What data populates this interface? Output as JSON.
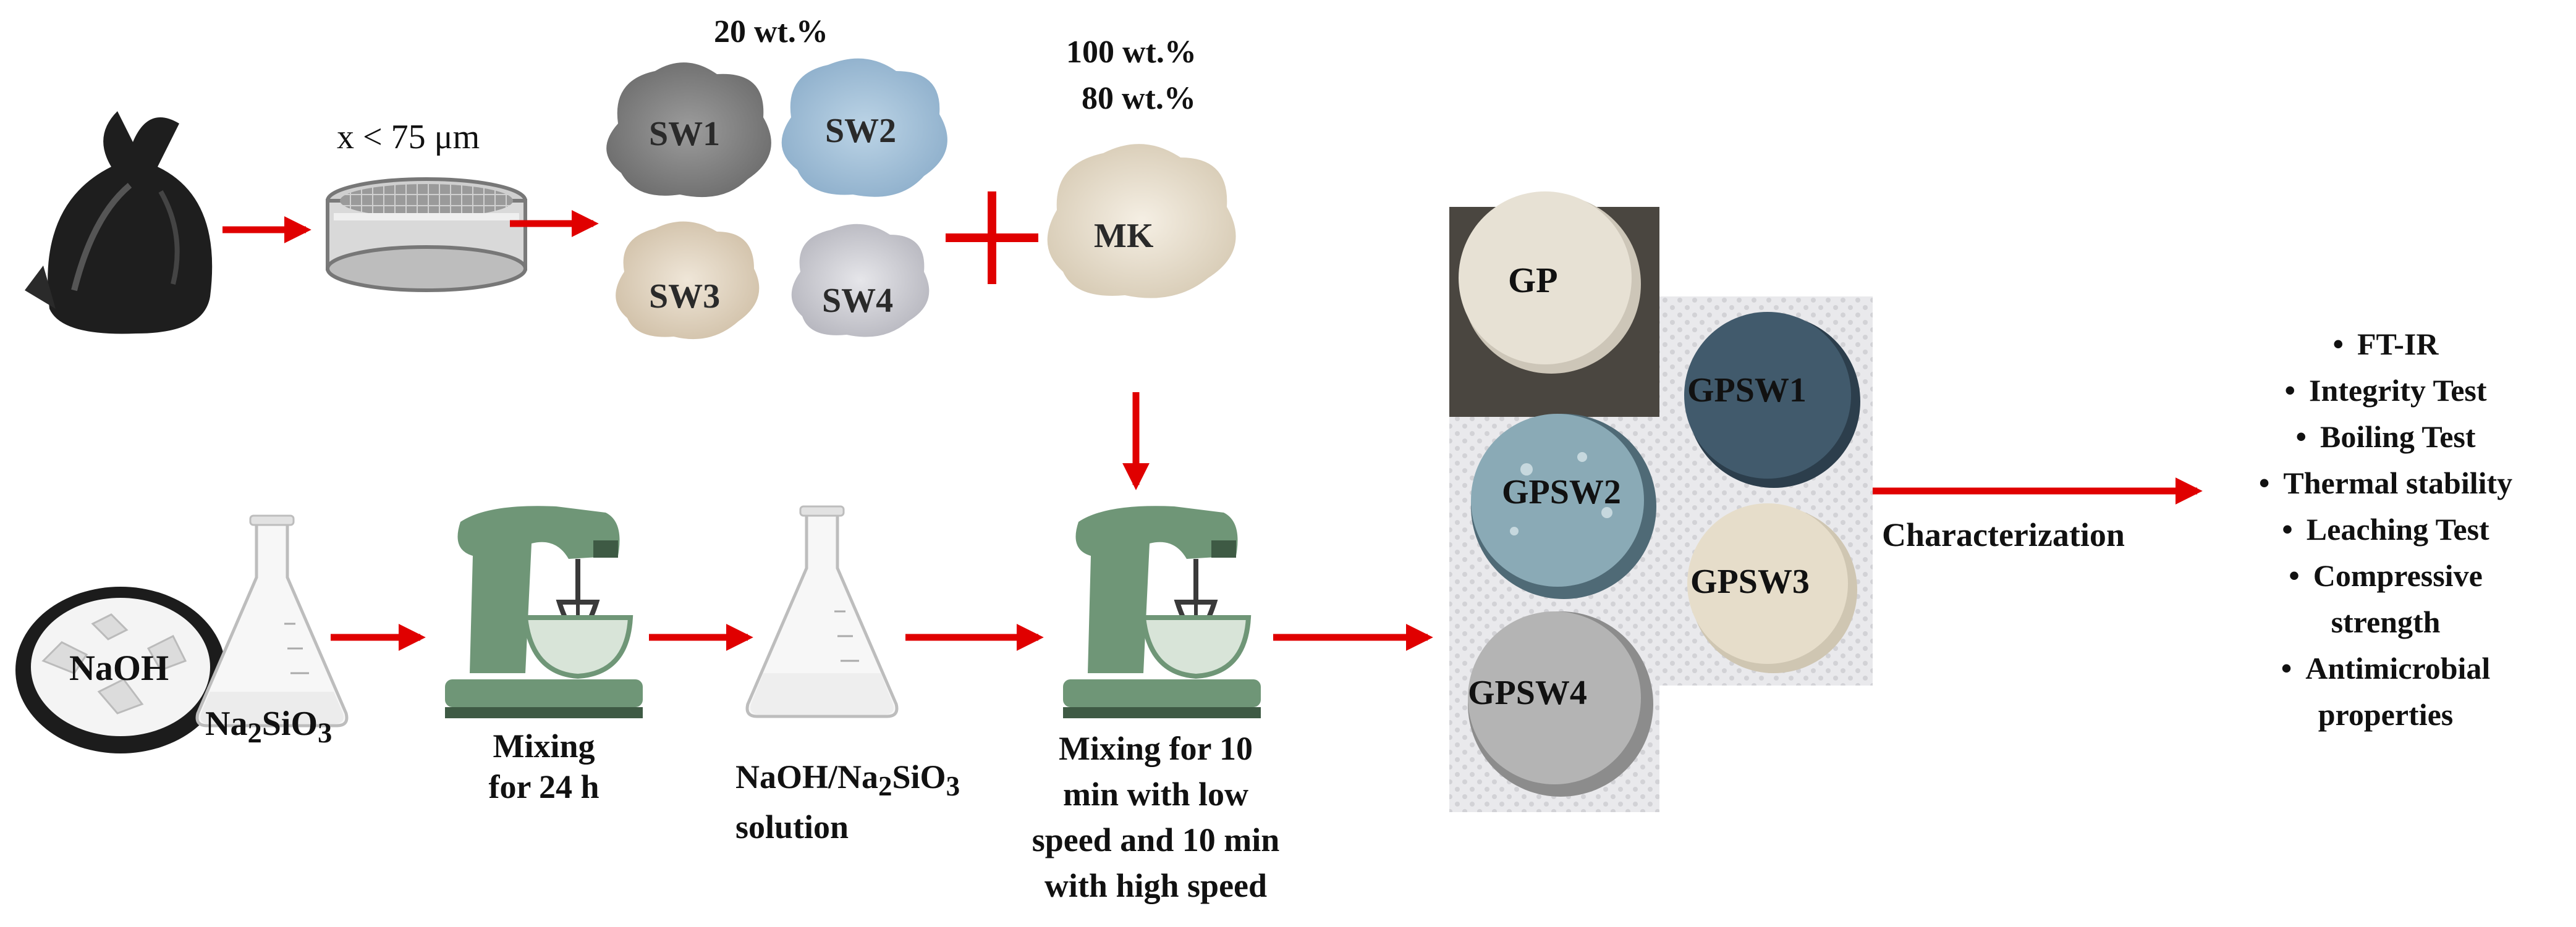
{
  "top_labels": {
    "sieve_size": "x < 75 μm",
    "sw_percent": "20 wt.%",
    "mk_percent_1": "100 wt.%",
    "mk_percent_2": "80 wt.%"
  },
  "waste_samples": [
    "SW1",
    "SW2",
    "SW3",
    "SW4"
  ],
  "metakaolin_label": "MK",
  "reagents": {
    "naoh": "NaOH",
    "silicate_prefix": "Na",
    "silicate_sub1": "2",
    "silicate_mid": "SiO",
    "silicate_sub2": "3"
  },
  "steps": {
    "mixing_1_line1": "Mixing",
    "mixing_1_line2": "for 24 h",
    "solution_line1_prefix": "NaOH/Na",
    "solution_line1_sub1": "2",
    "solution_line1_mid": "SiO",
    "solution_line1_sub2": "3",
    "solution_line2": "solution",
    "mixing_2_lines": [
      "Mixing for 10",
      "min with low",
      "speed and 10 min",
      "with high speed"
    ]
  },
  "specimens": [
    "GP",
    "GPSW1",
    "GPSW2",
    "GPSW3",
    "GPSW4"
  ],
  "characterization_label": "Characterization",
  "tests": [
    "FT-IR",
    "Integrity Test",
    "Boiling Test",
    "Thermal stability",
    "Leaching Test",
    "Compressive strength",
    "Antimicrobial properties"
  ],
  "colors": {
    "arrow": "#e00000",
    "mixer": "#6f9677",
    "sw1": "#8a8a8a",
    "sw2": "#a8c4d8",
    "sw3": "#e4d8c6",
    "sw4": "#d4d4d8",
    "mk": "#ece4d4"
  }
}
